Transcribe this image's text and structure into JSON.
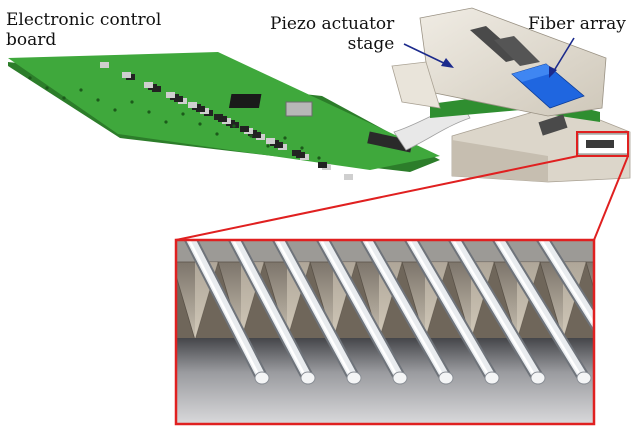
{
  "labels": {
    "board_line1": "Electronic control",
    "board_line2": "board",
    "piezo_line1": "Piezo actuator",
    "piezo_line2": "stage",
    "fiber": "Fiber array"
  },
  "colors": {
    "pcb": "#3fa83c",
    "pcb_edge": "#2c7d2a",
    "stage_body": "#e2ddd2",
    "stage_shadow": "#c9c2b4",
    "fiber_block": "#1f66e0",
    "arrow": "#1b2a8c",
    "callout": "#e02020"
  }
}
